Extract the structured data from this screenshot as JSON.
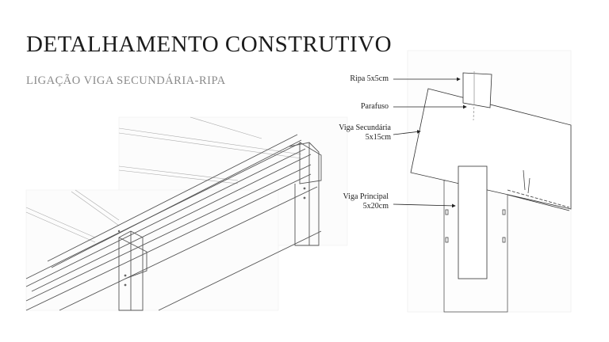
{
  "header": {
    "title": "DETALHAMENTO CONSTRUTIVO",
    "subtitle": "LIGAÇÃO VIGA SECUNDÁRIA-RIPA"
  },
  "callouts": [
    {
      "id": "ripa",
      "lines": [
        "Ripa 5x5cm"
      ]
    },
    {
      "id": "parafuso",
      "lines": [
        "Parafuso"
      ]
    },
    {
      "id": "viga-secundaria",
      "lines": [
        "Viga Secundária",
        "5x15cm"
      ]
    },
    {
      "id": "viga-principal",
      "lines": [
        "Viga Principal",
        "5x20cm"
      ]
    }
  ]
}
